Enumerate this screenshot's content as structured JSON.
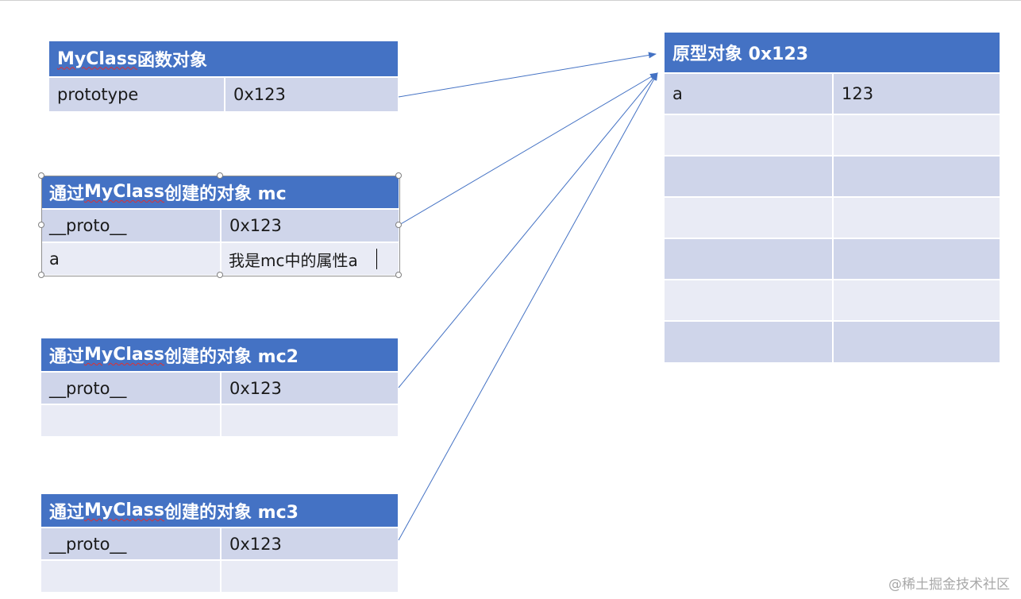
{
  "class_object": {
    "title_prefix": "MyClass",
    "title_suffix": "函数对象",
    "rows": [
      {
        "key": "prototype",
        "value": "0x123"
      }
    ]
  },
  "instance_mc": {
    "title_pre": "通过",
    "title_class": "MyClass",
    "title_post": "创建的对象 mc",
    "rows": [
      {
        "key": "__proto__",
        "value": "0x123"
      },
      {
        "key": "a",
        "value": "我是mc中的属性a"
      }
    ]
  },
  "instance_mc2": {
    "title_pre": "通过",
    "title_class": "MyClass",
    "title_post": "创建的对象 mc2",
    "rows": [
      {
        "key": "__proto__",
        "value": "0x123"
      },
      {
        "key": "",
        "value": ""
      }
    ]
  },
  "instance_mc3": {
    "title_pre": "通过",
    "title_class": "MyClass",
    "title_post": "创建的对象 mc3",
    "rows": [
      {
        "key": "__proto__",
        "value": "0x123"
      },
      {
        "key": "",
        "value": ""
      }
    ]
  },
  "prototype_object": {
    "title": "原型对象 0x123",
    "rows": [
      {
        "key": "a",
        "value": "123"
      },
      {
        "key": "",
        "value": ""
      },
      {
        "key": "",
        "value": ""
      },
      {
        "key": "",
        "value": ""
      },
      {
        "key": "",
        "value": ""
      },
      {
        "key": "",
        "value": ""
      },
      {
        "key": "",
        "value": ""
      }
    ]
  },
  "colors": {
    "header": "#4472c4",
    "row_dark": "#cfd5ea",
    "row_light": "#e9ebf5",
    "arrow": "#4472c4"
  },
  "watermark": "@稀土掘金技术社区"
}
